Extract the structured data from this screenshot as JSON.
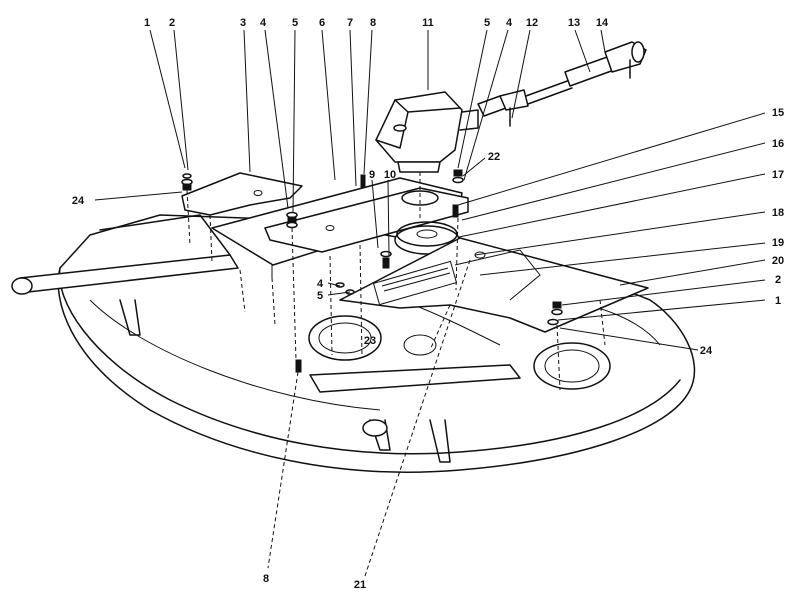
{
  "callouts": [
    {
      "id": "c1a",
      "text": "1"
    },
    {
      "id": "c2a",
      "text": "2"
    },
    {
      "id": "c3",
      "text": "3"
    },
    {
      "id": "c4a",
      "text": "4"
    },
    {
      "id": "c5a",
      "text": "5"
    },
    {
      "id": "c6",
      "text": "6"
    },
    {
      "id": "c7",
      "text": "7"
    },
    {
      "id": "c8a",
      "text": "8"
    },
    {
      "id": "c11",
      "text": "11"
    },
    {
      "id": "c5b",
      "text": "5"
    },
    {
      "id": "c4b",
      "text": "4"
    },
    {
      "id": "c12",
      "text": "12"
    },
    {
      "id": "c13",
      "text": "13"
    },
    {
      "id": "c14",
      "text": "14"
    },
    {
      "id": "c24a",
      "text": "24"
    },
    {
      "id": "c22",
      "text": "22"
    },
    {
      "id": "c15",
      "text": "15"
    },
    {
      "id": "c16",
      "text": "16"
    },
    {
      "id": "c17",
      "text": "17"
    },
    {
      "id": "c9",
      "text": "9"
    },
    {
      "id": "c10",
      "text": "10"
    },
    {
      "id": "c18",
      "text": "18"
    },
    {
      "id": "c19",
      "text": "19"
    },
    {
      "id": "c20",
      "text": "20"
    },
    {
      "id": "c4c",
      "text": "4"
    },
    {
      "id": "c5c",
      "text": "5"
    },
    {
      "id": "c2b",
      "text": "2"
    },
    {
      "id": "c1b",
      "text": "1"
    },
    {
      "id": "c23",
      "text": "23"
    },
    {
      "id": "c24b",
      "text": "24"
    },
    {
      "id": "c8b",
      "text": "8"
    },
    {
      "id": "c21",
      "text": "21"
    }
  ]
}
